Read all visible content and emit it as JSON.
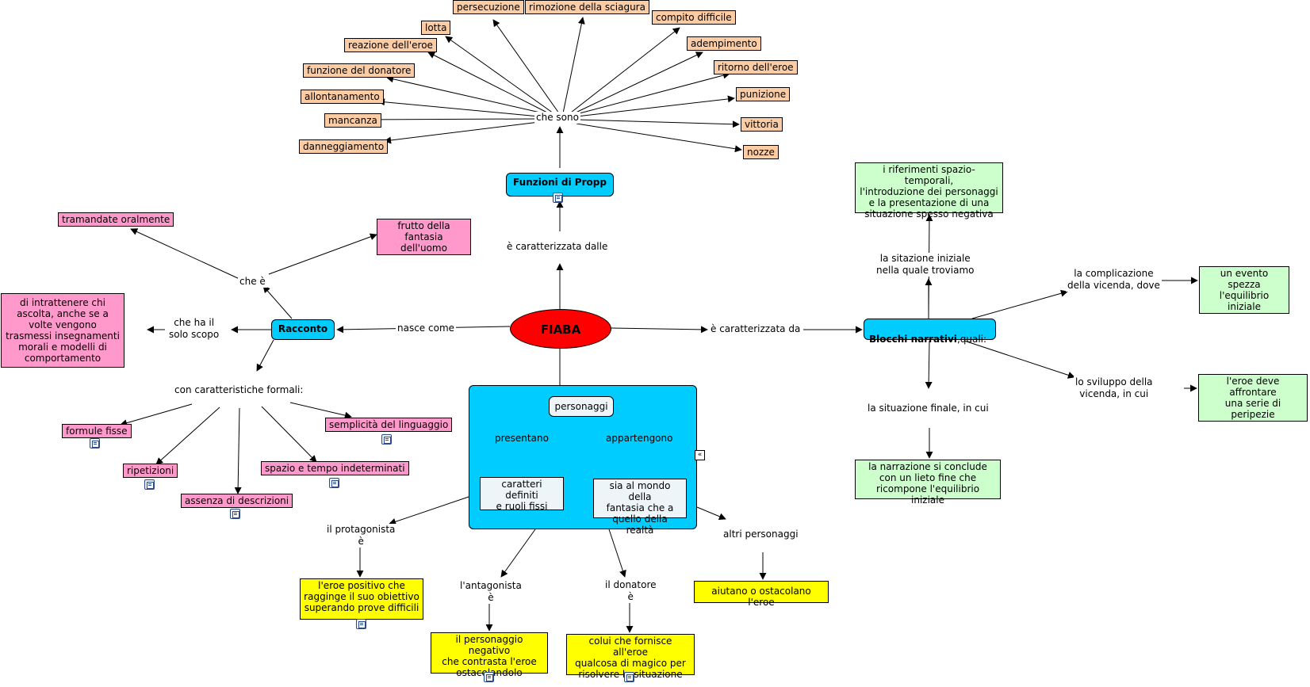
{
  "center": "FIABA",
  "propp": {
    "node": "Funzioni di Propp",
    "link_up": "è caratterizzata dalle",
    "link": "che sono",
    "functions": [
      "persecuzione",
      "rimozione della sciagura",
      "lotta",
      "compito difficile",
      "reazione dell'eroe",
      "adempimento",
      "funzione del donatore",
      "ritorno dell'eroe",
      "allontanamento",
      "punizione",
      "mancanza",
      "vittoria",
      "danneggiamento",
      "nozze"
    ]
  },
  "racconto": {
    "node": "Racconto",
    "link_in": "nasce come",
    "link_che_e": "che è",
    "tramandate": "tramandate oralmente",
    "frutto": "frutto della\nfantasia dell'uomo",
    "link_scopo": "che ha il\nsolo scopo",
    "scopo": "di intrattenere chi\nascolta, anche se a\nvolte vengono\ntrasmessi insegnamenti\nmorali e modelli di\ncomportamento",
    "link_formali": "con caratteristiche formali:",
    "formali": [
      "formule fisse",
      "semplicità del linguaggio",
      "ripetizioni",
      "spazio e tempo indeterminati",
      "assenza di descrizioni"
    ]
  },
  "blocchi": {
    "node_bold": "Blocchi narrativi",
    "node_rest": ",quali:",
    "link_in": "è caratterizzata da",
    "iniziale_link": "la sitazione iniziale\nnella quale troviamo",
    "iniziale": "i riferimenti spazio-temporali,\nl'introduzione dei personaggi\ne la presentazione di una\nsituazione spesso negativa",
    "complicazione_link": "la complicazione\ndella vicenda, dove",
    "complicazione": "un evento spezza\nl'equilibrio iniziale",
    "sviluppo_link": "lo sviluppo della\nvicenda, in cui",
    "sviluppo": "l'eroe deve affrontare\nuna serie di peripezie",
    "finale_link": "la situazione finale, in cui",
    "finale": "la narrazione si conclude\ncon un lieto fine che\nricompone l'equilibrio iniziale"
  },
  "personaggi": {
    "node": "personaggi",
    "presentano": "presentano",
    "appartengono": "appartengono",
    "caratteri": "caratteri definiti\ne ruoli fissi",
    "mondo": "sia al mondo della\nfantasia che a\nquello della realtà",
    "protagonista_link": "il protagonista\nè",
    "protagonista": "l'eroe positivo che\nragginge il suo obiettivo\nsuperando prove difficili",
    "antagonista_link": "l'antagonista\nè",
    "antagonista": "il personaggio negativo\nche contrasta l'eroe\nostacolandolo",
    "donatore_link": "il donatore\nè",
    "donatore": "colui che fornisce all'eroe\nqualcosa di magico per\nrisolvere la situazione",
    "altri_link": "altri personaggi",
    "altri": "aiutano o ostacolano l'eroe"
  },
  "colors": {
    "center": "#ff0000",
    "concept": "#00ccff",
    "propp_functions": "#fccca4",
    "racconto_items": "#ff99cc",
    "blocchi_items": "#ccffcc",
    "personaggi_items": "#ffff00"
  },
  "icons": [
    "document-icon",
    "collapse-icon"
  ]
}
